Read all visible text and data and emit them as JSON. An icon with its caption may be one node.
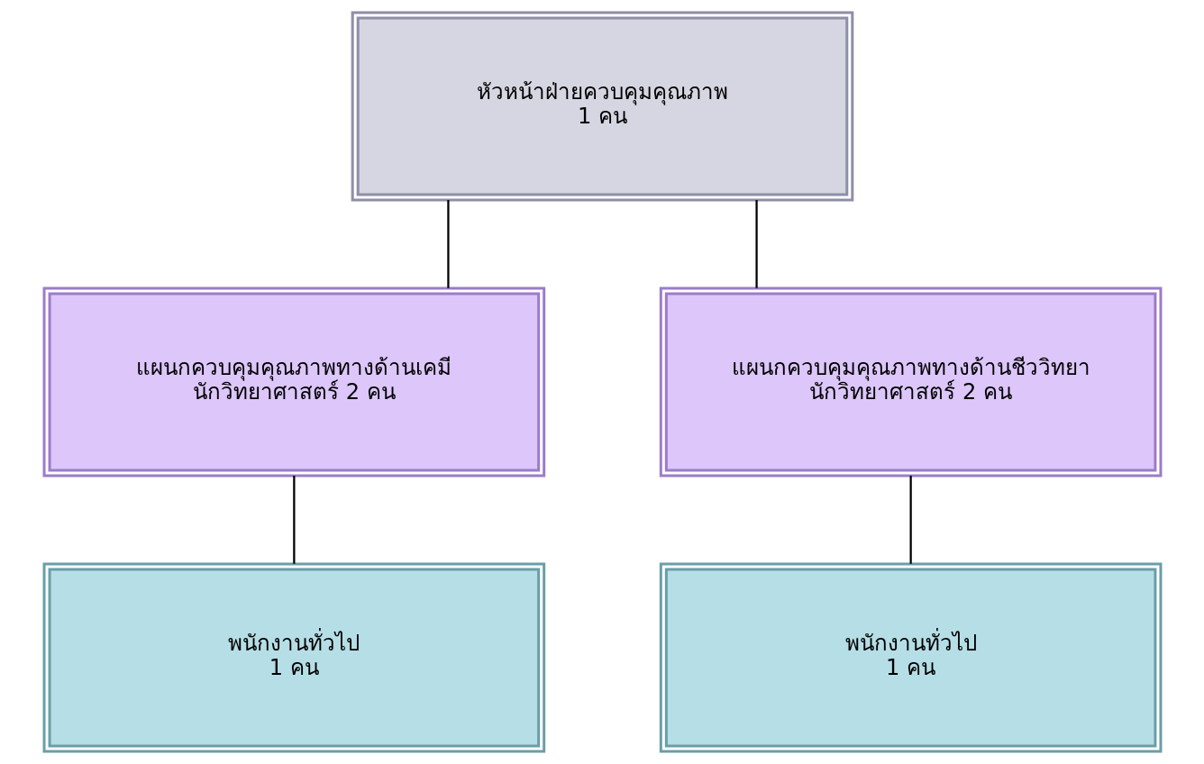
{
  "diagram": {
    "nodes": [
      {
        "text": [
          "หัวหน้าฝ่ายควบคุมคุณภาพ",
          "1 คน"
        ]
      },
      {
        "text": [
          "แผนกควบคุมคุณภาพทางด้านเคมี",
          "นักวิทยาศาสตร์ 2 คน"
        ]
      },
      {
        "text": [
          "แผนกควบคุมคุณภาพทางด้านชีววิทยา",
          "นักวิทยาศาสตร์ 2 คน"
        ]
      },
      {
        "text": [
          "พนักงานทั่วไป",
          "1 คน"
        ]
      },
      {
        "text": [
          "พนักงานทั่วไป",
          "1 คน"
        ]
      }
    ],
    "edges": [
      {
        "from": 0,
        "to": 1,
        "arrow": "none"
      },
      {
        "from": 0,
        "to": 2,
        "arrow": "none"
      },
      {
        "from": 1,
        "to": 3,
        "arrow": "none"
      },
      {
        "from": 2,
        "to": 4,
        "arrow": "none"
      }
    ]
  }
}
